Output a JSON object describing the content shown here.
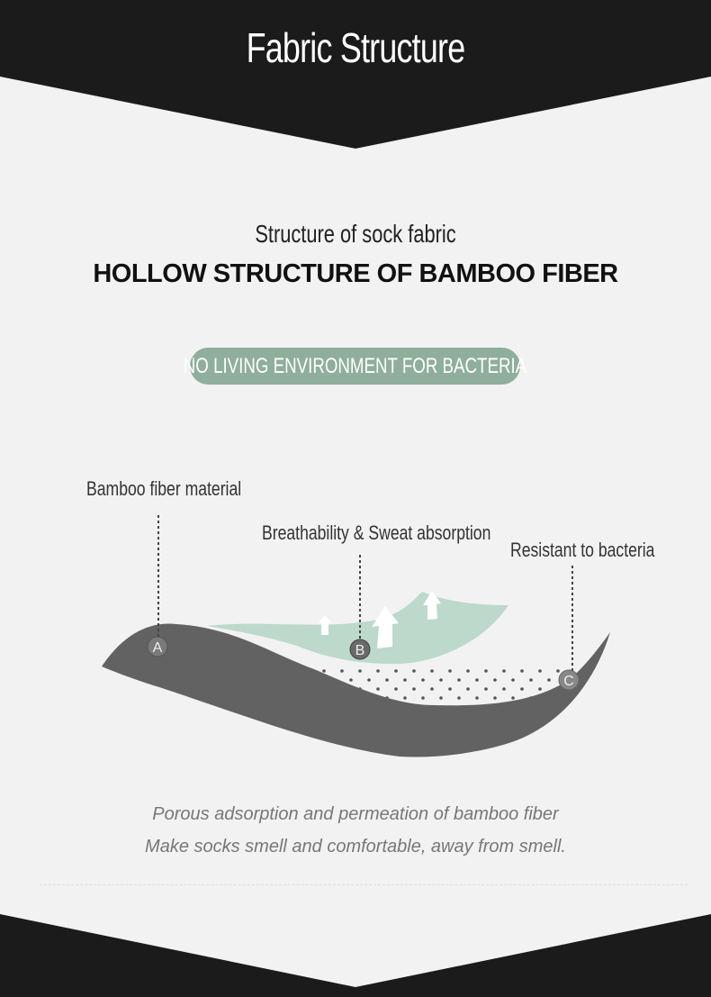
{
  "header": {
    "title": "Fabric Structure"
  },
  "intro": {
    "subtitle": "Structure of sock fabric",
    "heading": "HOLLOW STRUCTURE OF BAMBOO FIBER",
    "badge": "NO LIVING ENVIRONMENT FOR BACTERIA"
  },
  "diagram": {
    "labels": [
      {
        "marker": "A",
        "text": "Bamboo fiber material"
      },
      {
        "marker": "B",
        "text": "Breathability & Sweat absorption"
      },
      {
        "marker": "C",
        "text": "Resistant to bacteria"
      }
    ]
  },
  "caption": {
    "line1": "Porous adsorption and permeation of bamboo fiber",
    "line2": "Make socks smell and comfortable, away from smell."
  },
  "colors": {
    "dark": "#1b1b1b",
    "fabric": "#626262",
    "green": "#bcd9cb",
    "badge": "#8fae9b"
  }
}
